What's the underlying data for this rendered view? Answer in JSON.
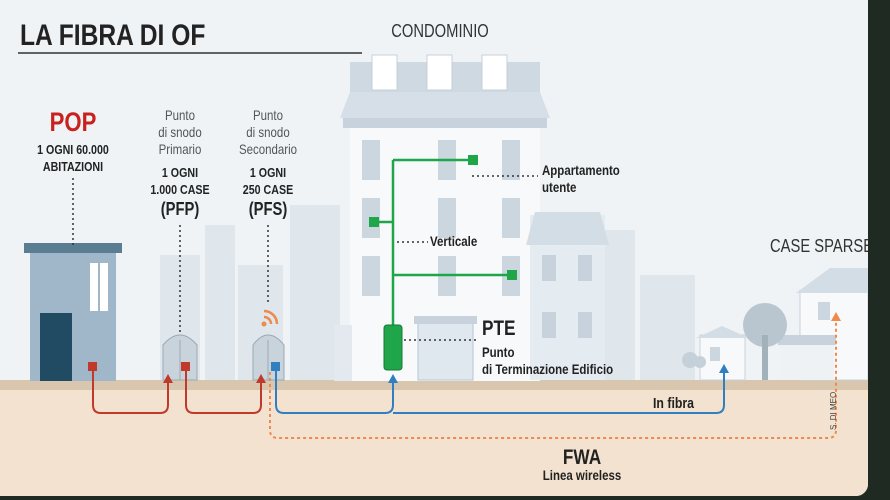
{
  "title": "LA FIBRA DI OF",
  "condominio": "CONDOMINIO",
  "pop": {
    "name": "POP",
    "line1": "1 OGNI 60.000",
    "line2": "ABITAZIONI"
  },
  "pfp": {
    "line1": "Punto",
    "line2": "di snodo",
    "line3": "Primario",
    "count1": "1 OGNI",
    "count2": "1.000 CASE",
    "abbr": "(PFP)"
  },
  "pfs": {
    "line1": "Punto",
    "line2": "di snodo",
    "line3": "Secondario",
    "count1": "1 OGNI",
    "count2": "250 CASE",
    "abbr": "(PFS)"
  },
  "appartamento": {
    "line1": "Appartamento",
    "line2": "utente"
  },
  "verticale": "Verticale",
  "pte": {
    "name": "PTE",
    "line1": "Punto",
    "line2": "di Terminazione Edificio"
  },
  "case_sparse": "CASE SPARSE",
  "in_fibra": "In fibra",
  "fwa": {
    "name": "FWA",
    "sub": "Linea wireless"
  },
  "credit": "S. DI MEO",
  "colors": {
    "pop_red": "#c8221e",
    "fiber_red": "#c0392b",
    "fiber_blue": "#2f7fc1",
    "fwa_orange": "#f08a4b",
    "green": "#1fa64a",
    "ground": "#f2e2cf"
  }
}
